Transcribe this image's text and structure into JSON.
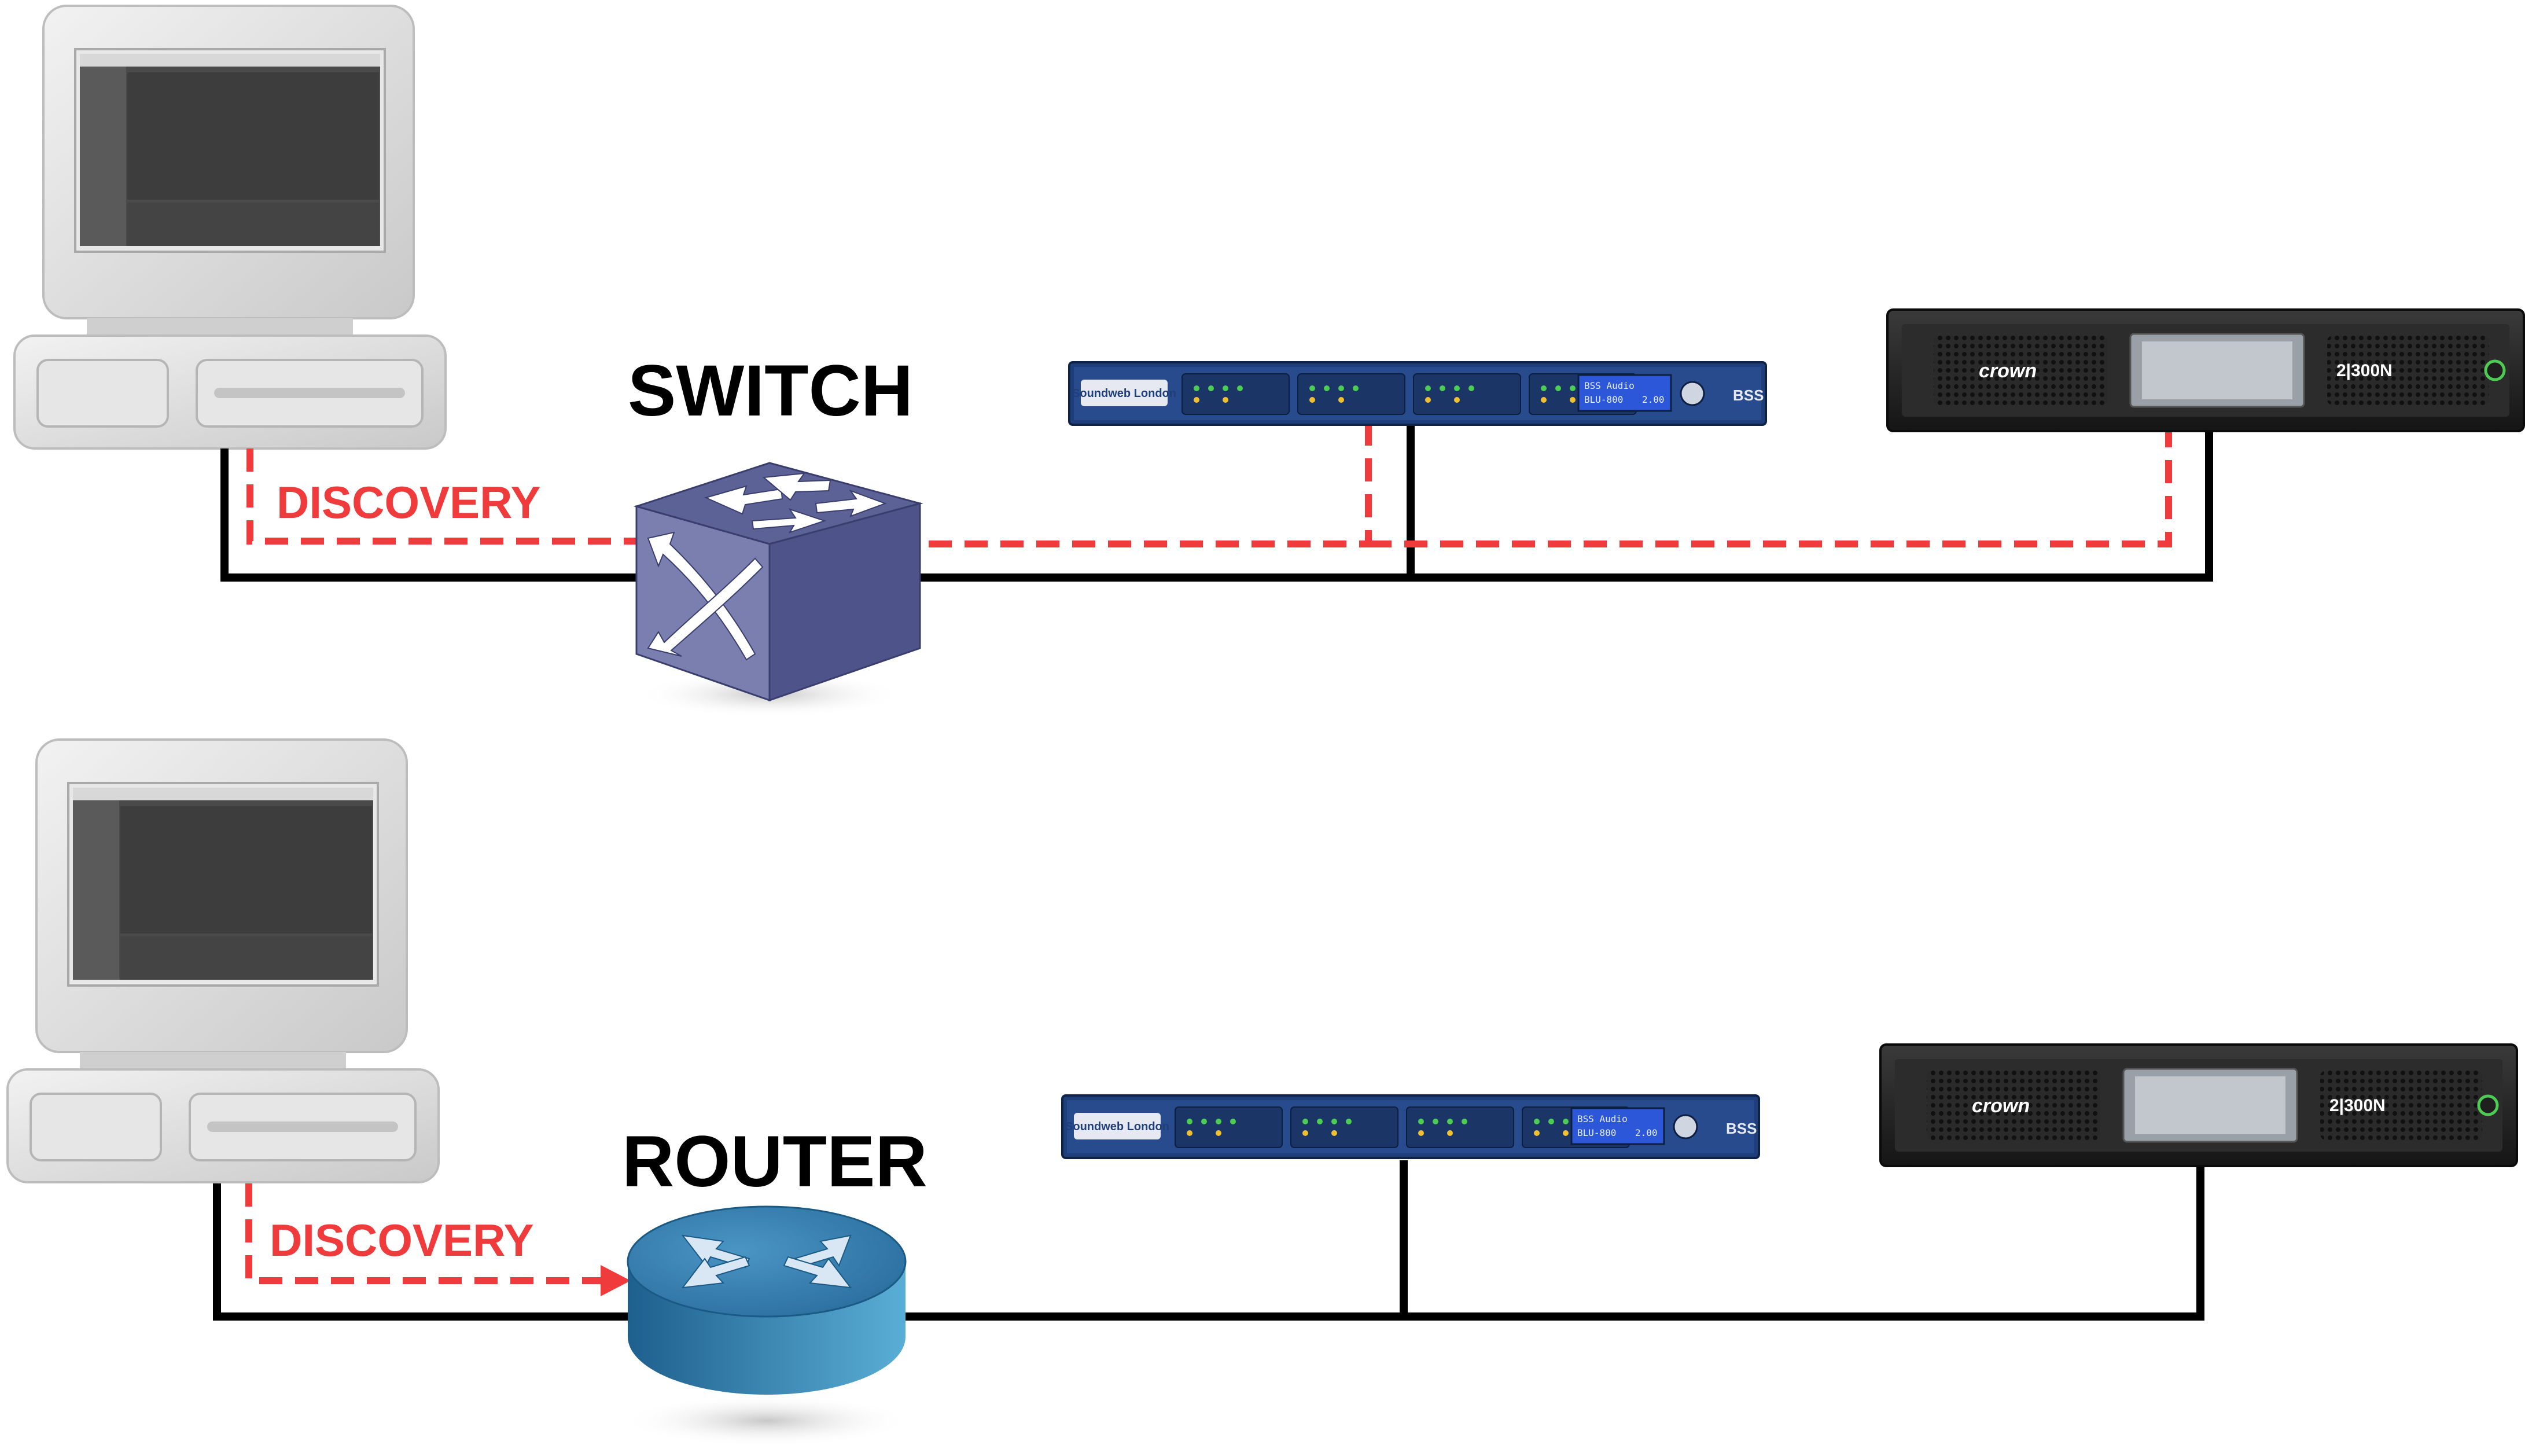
{
  "colors": {
    "cable": "#000000",
    "discovery": "#ef3b3b",
    "switch_front": "#7478a8",
    "switch_top": "#5a5f93",
    "router": "#2f7fb0",
    "rack_blue": "#1f3f7a",
    "amp_dark": "#222222",
    "pc_body": "#dcdcdc"
  },
  "sections": [
    {
      "device_label": "SWITCH",
      "discovery_label": "DISCOVERY",
      "processor": {
        "brand": "Soundweb London",
        "model_badge": "BLU-800",
        "lcd_line1": "BSS Audio",
        "lcd_line2": "BLU-800",
        "lcd_version": "2.00",
        "maker_logo": "BSS"
      },
      "amplifier": {
        "brand": "crown",
        "model": "2|300N"
      }
    },
    {
      "device_label": "ROUTER",
      "discovery_label": "DISCOVERY",
      "processor": {
        "brand": "Soundweb London",
        "model_badge": "BLU-800",
        "lcd_line1": "BSS Audio",
        "lcd_line2": "BLU-800",
        "lcd_version": "2.00",
        "maker_logo": "BSS"
      },
      "amplifier": {
        "brand": "crown",
        "model": "2|300N"
      }
    }
  ]
}
